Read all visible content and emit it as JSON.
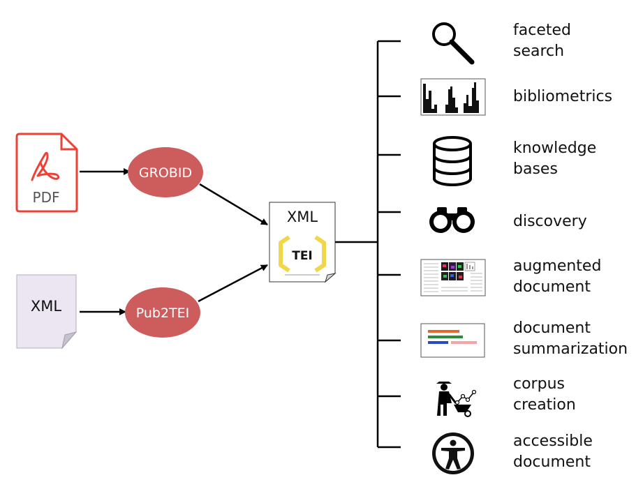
{
  "inputs": {
    "pdf": {
      "label": "PDF",
      "color": "#ee4035"
    },
    "xml": {
      "label": "XML"
    }
  },
  "processors": {
    "grobid": {
      "label": "GROBID"
    },
    "pub2tei": {
      "label": "Pub2TEI"
    },
    "fill": "#cd5c5c"
  },
  "output": {
    "label": "XML",
    "logo_text": "TEI",
    "logo_color": "#f1d64a"
  },
  "applications": [
    {
      "icon": "magnifier-icon",
      "lines": [
        "faceted",
        "search"
      ]
    },
    {
      "icon": "histogram-icon",
      "lines": [
        "bibliometrics"
      ]
    },
    {
      "icon": "database-icon",
      "lines": [
        "knowledge",
        "bases"
      ]
    },
    {
      "icon": "binoculars-icon",
      "lines": [
        "discovery"
      ]
    },
    {
      "icon": "augmented-document-icon",
      "lines": [
        "augmented",
        "document"
      ]
    },
    {
      "icon": "summary-bars-icon",
      "lines": [
        "document",
        "summarization"
      ]
    },
    {
      "icon": "worker-wheelbarrow-icon",
      "lines": [
        "corpus",
        "creation"
      ]
    },
    {
      "icon": "accessibility-icon",
      "lines": [
        "accessible",
        "document"
      ]
    }
  ]
}
